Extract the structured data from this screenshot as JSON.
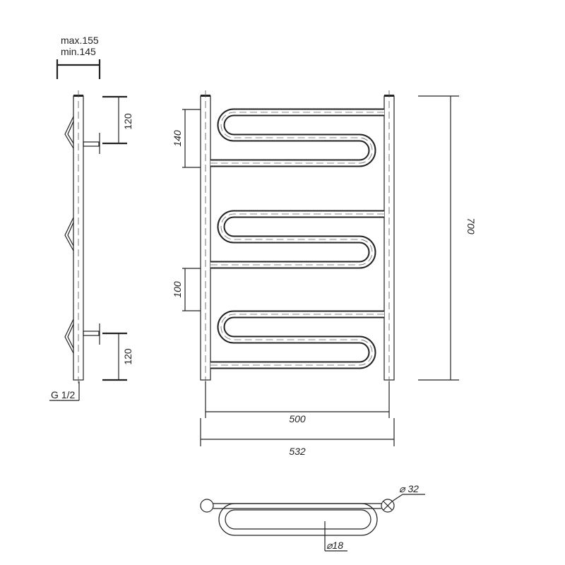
{
  "side_view": {
    "depth_max": "max.155",
    "depth_min": "min.145",
    "top_connection_dim": "120",
    "bottom_connection_dim": "120",
    "thread_label": "G 1/2"
  },
  "front_view": {
    "top_offset_dim": "140",
    "gap_dim": "100",
    "height_dim": "700",
    "inner_width_dim": "500",
    "outer_width_dim": "532"
  },
  "top_view": {
    "post_diameter": "⌀ 32",
    "tube_diameter": "⌀18"
  },
  "colors": {
    "line": "#222222",
    "background": "#ffffff"
  }
}
